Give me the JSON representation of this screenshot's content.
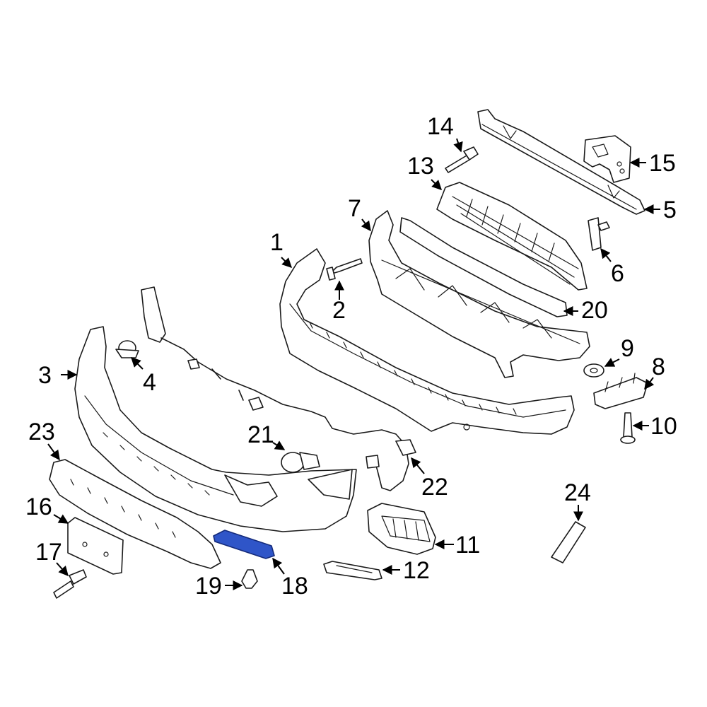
{
  "colors": {
    "highlight_fill": "#2f55c8",
    "highlight_stroke": "#142a7a",
    "line": "#1a1a1a"
  },
  "callouts": [
    {
      "id": "1",
      "label": "1"
    },
    {
      "id": "2",
      "label": "2"
    },
    {
      "id": "3",
      "label": "3"
    },
    {
      "id": "4",
      "label": "4"
    },
    {
      "id": "5",
      "label": "5"
    },
    {
      "id": "6",
      "label": "6"
    },
    {
      "id": "7",
      "label": "7"
    },
    {
      "id": "8",
      "label": "8"
    },
    {
      "id": "9",
      "label": "9"
    },
    {
      "id": "10",
      "label": "10"
    },
    {
      "id": "11",
      "label": "11"
    },
    {
      "id": "12",
      "label": "12"
    },
    {
      "id": "13",
      "label": "13"
    },
    {
      "id": "14",
      "label": "14"
    },
    {
      "id": "15",
      "label": "15"
    },
    {
      "id": "16",
      "label": "16"
    },
    {
      "id": "17",
      "label": "17"
    },
    {
      "id": "18",
      "label": "18"
    },
    {
      "id": "19",
      "label": "19"
    },
    {
      "id": "20",
      "label": "20"
    },
    {
      "id": "21",
      "label": "21"
    },
    {
      "id": "22",
      "label": "22"
    },
    {
      "id": "23",
      "label": "23"
    },
    {
      "id": "24",
      "label": "24"
    }
  ],
  "highlighted_part": "18"
}
